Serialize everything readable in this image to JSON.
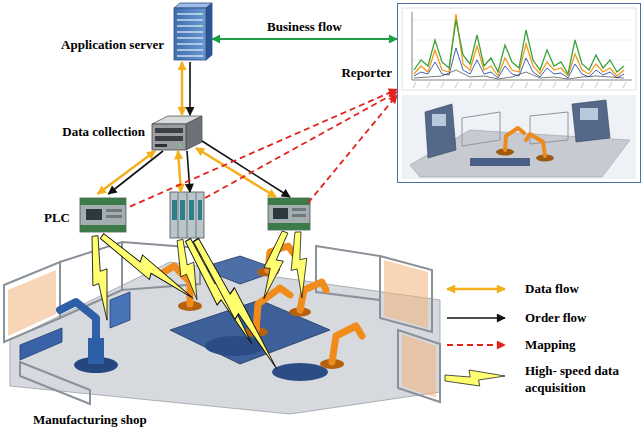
{
  "diagram": {
    "nodes": [
      {
        "text": [
          "Application server"
        ]
      },
      {
        "text": [
          "Reporter"
        ]
      },
      {
        "text": [
          "Data collection"
        ]
      },
      {
        "text": [
          "PLC"
        ]
      },
      {
        "text": [
          "Manufacturing shop"
        ]
      }
    ],
    "edges": [
      {
        "from": 0,
        "to": 1,
        "arrow": "both",
        "label": "Business flow"
      },
      {
        "from": 0,
        "to": 2,
        "arrow": "both"
      },
      {
        "from": 0,
        "to": 2,
        "arrow": "to"
      },
      {
        "from": 2,
        "to": 3,
        "arrow": "both"
      },
      {
        "from": 2,
        "to": 3,
        "arrow": "to"
      },
      {
        "from": 3,
        "to": 1,
        "arrow": "to"
      }
    ],
    "legend": [
      {
        "text": "Data flow"
      },
      {
        "text": "Order flow"
      },
      {
        "text": "Mapping"
      },
      {
        "text": "High- speed data acquisition"
      }
    ]
  }
}
